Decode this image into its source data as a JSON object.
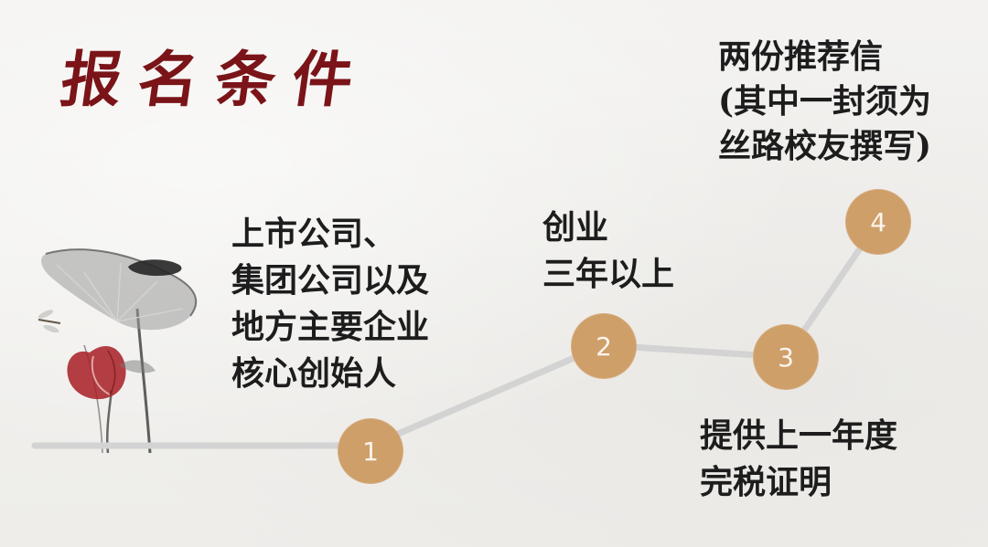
{
  "title": "报名条件",
  "steps": [
    {
      "number": "1",
      "lines": [
        "上市公司、",
        "集团公司以及",
        "地方主要企业",
        "核心创始人"
      ]
    },
    {
      "number": "2",
      "lines": [
        "创业",
        "三年以上"
      ]
    },
    {
      "number": "3",
      "lines": [
        "提供上一年度",
        "完税证明"
      ]
    },
    {
      "number": "4",
      "lines": [
        "两份推荐信",
        "(其中一封须为",
        "丝路校友撰写)"
      ]
    }
  ],
  "colors": {
    "title": "#7a1418",
    "circle": "#cf9f6a",
    "circle_text": "#fbf5ec",
    "path_line": "#d3d3d3",
    "body_text": "#1d1d1d",
    "background": "#f1f0ee"
  },
  "decoration": {
    "illustration": "lotus-ink-painting",
    "accent": "dragonfly"
  }
}
